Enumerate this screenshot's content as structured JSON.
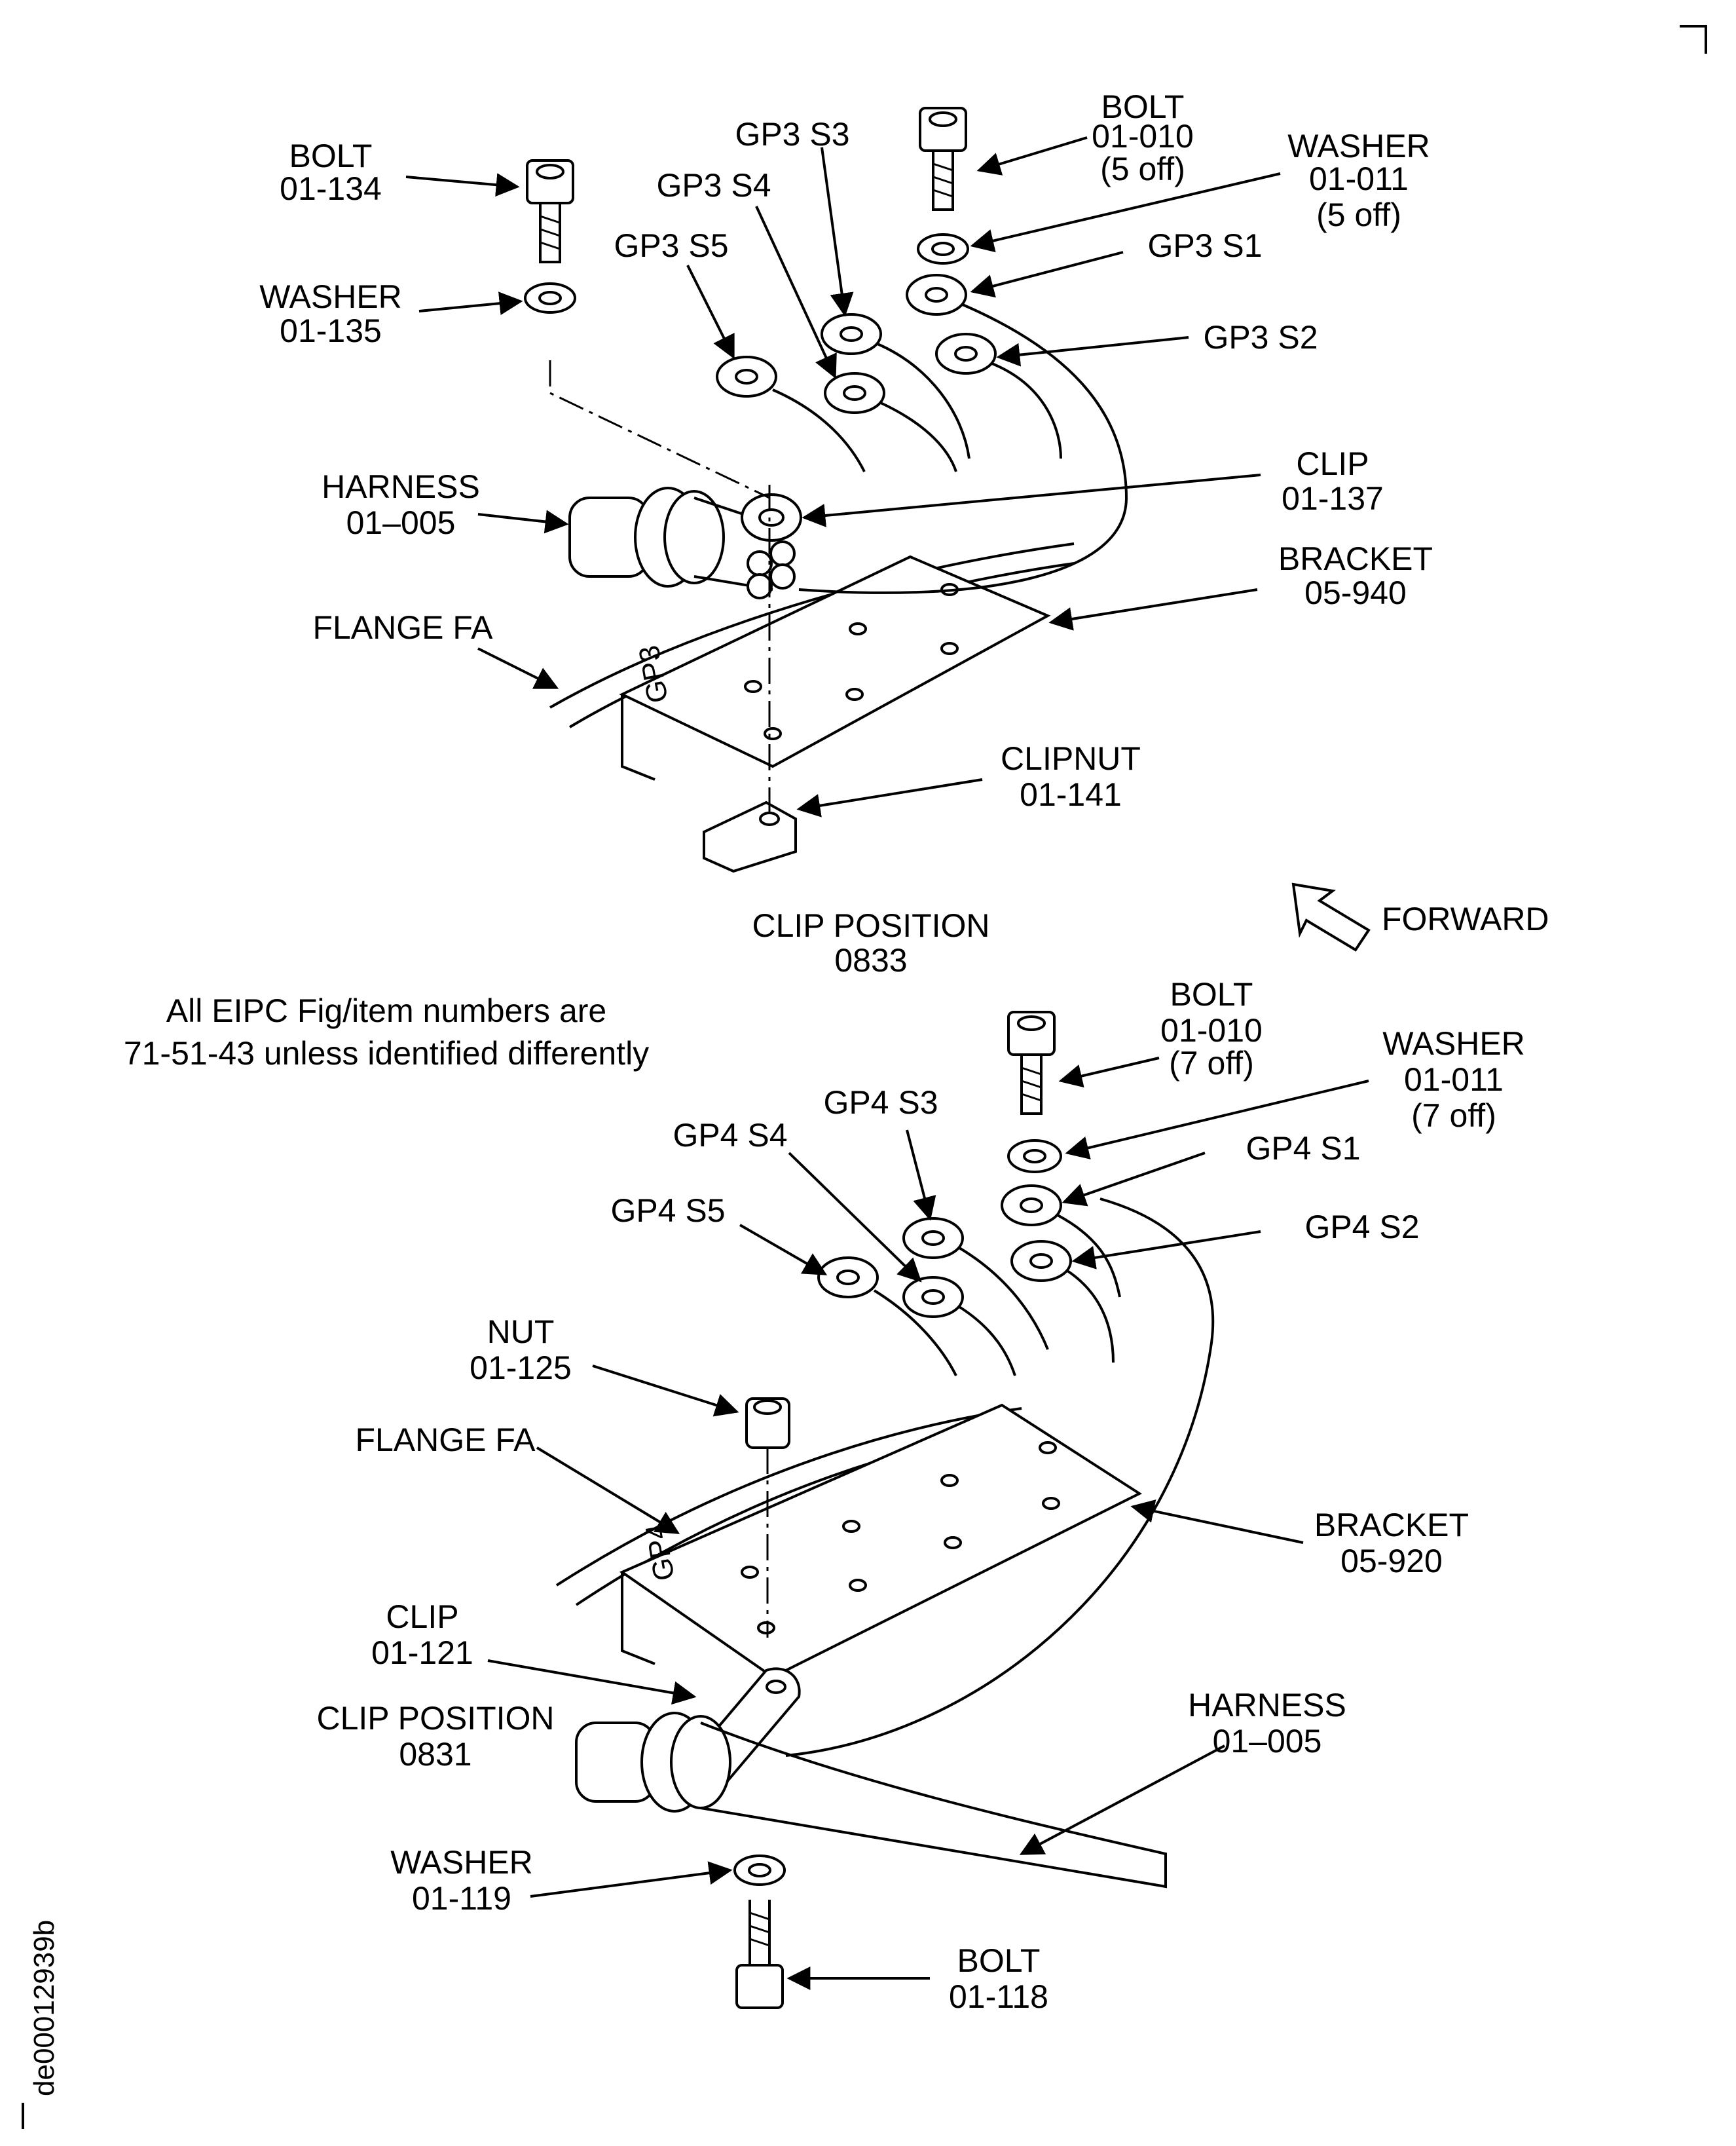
{
  "top_assembly": {
    "bolt_left": {
      "name": "BOLT",
      "num": "01-134"
    },
    "washer_left": {
      "name": "WASHER",
      "num": "01-135"
    },
    "bolt_right": {
      "name": "BOLT",
      "num": "01-010",
      "qty": "(5 off)"
    },
    "washer_right": {
      "name": "WASHER",
      "num": "01-011",
      "qty": "(5 off)"
    },
    "terminals": [
      "GP3 S3",
      "GP3 S4",
      "GP3 S5",
      "GP3 S1",
      "GP3 S2"
    ],
    "harness": {
      "name": "HARNESS",
      "num": "01–005"
    },
    "clip": {
      "name": "CLIP",
      "num": "01-137"
    },
    "bracket": {
      "name": "BRACKET",
      "num": "05-940"
    },
    "flange": "FLANGE  FA",
    "clipnut": {
      "name": "CLIPNUT",
      "num": "01-141"
    },
    "clip_position": {
      "name": "CLIP POSITION",
      "num": "0833"
    },
    "bracket_mark": "GP3"
  },
  "forward_label": "FORWARD",
  "note_line1": "All EIPC Fig/item numbers are",
  "note_line2": "71-51-43 unless identified differently",
  "bottom_assembly": {
    "bolt_top": {
      "name": "BOLT",
      "num": "01-010",
      "qty": "(7 off)"
    },
    "washer_top": {
      "name": "WASHER",
      "num": "01-011",
      "qty": "(7 off)"
    },
    "terminals": [
      "GP4 S3",
      "GP4 S4",
      "GP4 S5",
      "GP4 S1",
      "GP4 S2"
    ],
    "nut": {
      "name": "NUT",
      "num": "01-125"
    },
    "flange": "FLANGE FA",
    "bracket": {
      "name": "BRACKET",
      "num": "05-920"
    },
    "clip": {
      "name": "CLIP",
      "num": "01-121"
    },
    "clip_position": {
      "name": "CLIP POSITION",
      "num": "0831"
    },
    "harness": {
      "name": "HARNESS",
      "num": "01–005"
    },
    "washer_bottom": {
      "name": "WASHER",
      "num": "01-119"
    },
    "bolt_bottom": {
      "name": "BOLT",
      "num": "01-118"
    },
    "bracket_mark": "GP4"
  },
  "doc_id": "de00012939b"
}
